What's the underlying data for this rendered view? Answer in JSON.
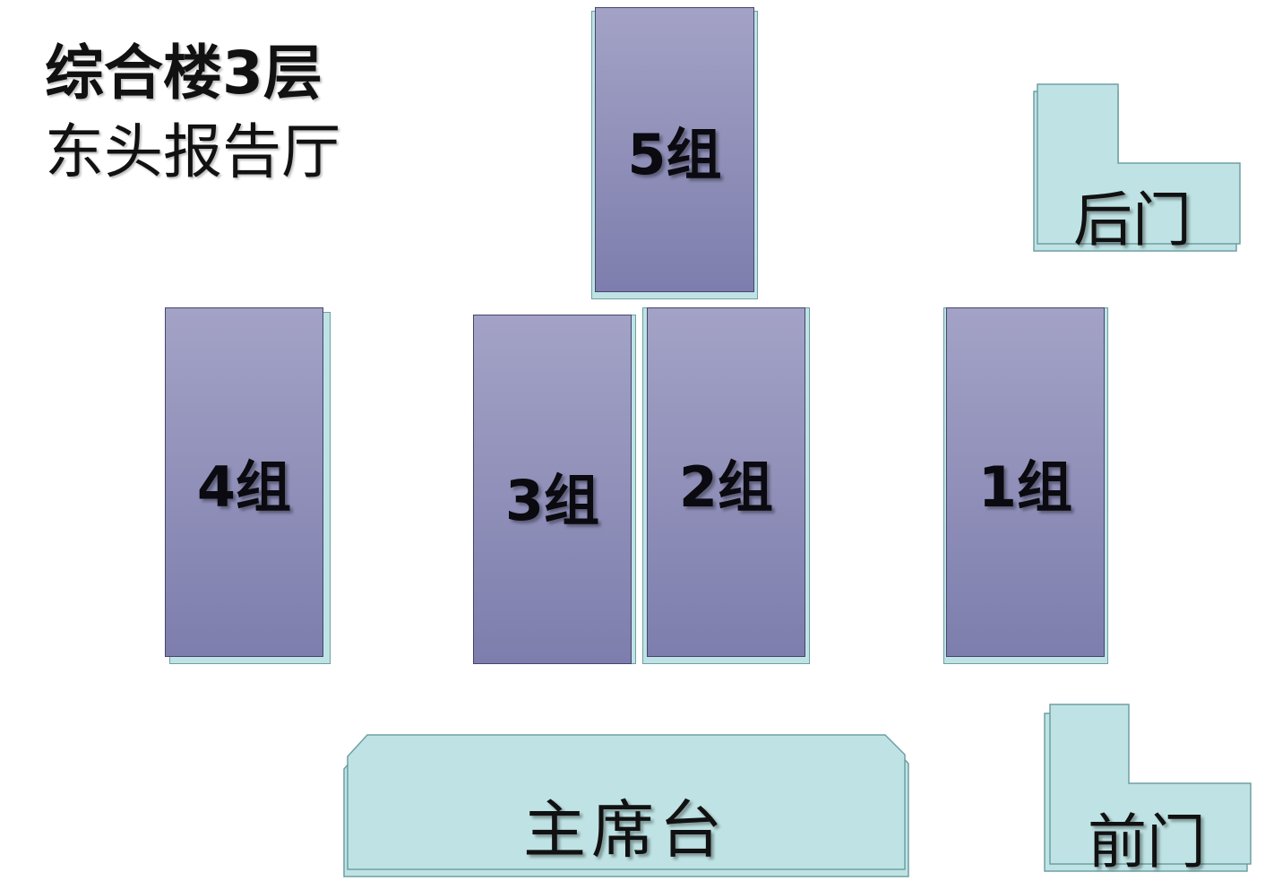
{
  "title": {
    "line1": "综合楼3层",
    "line2": "东头报告厅"
  },
  "groups": {
    "g5": "5组",
    "g4": "4组",
    "g3": "3组",
    "g2": "2组",
    "g1": "1组"
  },
  "doors": {
    "back": "后门",
    "front": "前门"
  },
  "podium": "主席台",
  "colors": {
    "group_top": "#a3a2c6",
    "group_bottom": "#7d7ead",
    "panel": "#bfe3e4"
  }
}
